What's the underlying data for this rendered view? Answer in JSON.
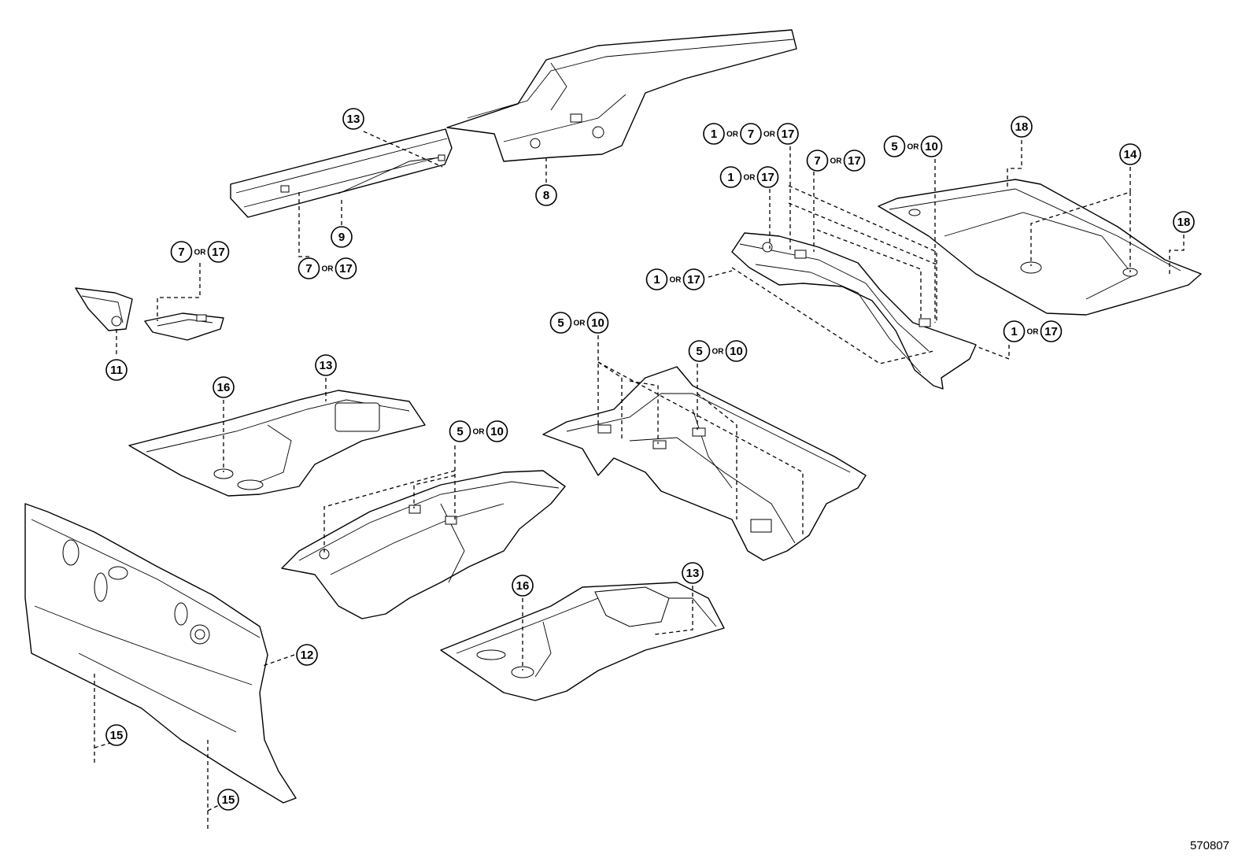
{
  "figure_id": "570807",
  "or_text": "OR",
  "callouts": [
    {
      "id": "c13-top",
      "parts": [
        "13"
      ]
    },
    {
      "id": "c8",
      "parts": [
        "8"
      ]
    },
    {
      "id": "c9",
      "parts": [
        "9"
      ]
    },
    {
      "id": "c7or17-top",
      "parts": [
        "7",
        "17"
      ]
    },
    {
      "id": "c7or17-left",
      "parts": [
        "7",
        "17"
      ]
    },
    {
      "id": "c11",
      "parts": [
        "11"
      ]
    },
    {
      "id": "c1or7or17",
      "parts": [
        "1",
        "7",
        "17"
      ]
    },
    {
      "id": "c7or17-right",
      "parts": [
        "7",
        "17"
      ]
    },
    {
      "id": "c1or17-a",
      "parts": [
        "1",
        "17"
      ]
    },
    {
      "id": "c1or17-b",
      "parts": [
        "1",
        "17"
      ]
    },
    {
      "id": "c1or17-c",
      "parts": [
        "1",
        "17"
      ]
    },
    {
      "id": "c5or10-top",
      "parts": [
        "5",
        "10"
      ]
    },
    {
      "id": "c18-a",
      "parts": [
        "18"
      ]
    },
    {
      "id": "c14",
      "parts": [
        "14"
      ]
    },
    {
      "id": "c18-b",
      "parts": [
        "18"
      ]
    },
    {
      "id": "c16-left",
      "parts": [
        "16"
      ]
    },
    {
      "id": "c13-mid",
      "parts": [
        "13"
      ]
    },
    {
      "id": "c5or10-a",
      "parts": [
        "5",
        "10"
      ]
    },
    {
      "id": "c5or10-b",
      "parts": [
        "5",
        "10"
      ]
    },
    {
      "id": "c5or10-c",
      "parts": [
        "5",
        "10"
      ]
    },
    {
      "id": "c12",
      "parts": [
        "12"
      ]
    },
    {
      "id": "c16-bottom",
      "parts": [
        "16"
      ]
    },
    {
      "id": "c13-bottom",
      "parts": [
        "13"
      ]
    },
    {
      "id": "c15-a",
      "parts": [
        "15"
      ]
    },
    {
      "id": "c15-b",
      "parts": [
        "15"
      ]
    }
  ]
}
